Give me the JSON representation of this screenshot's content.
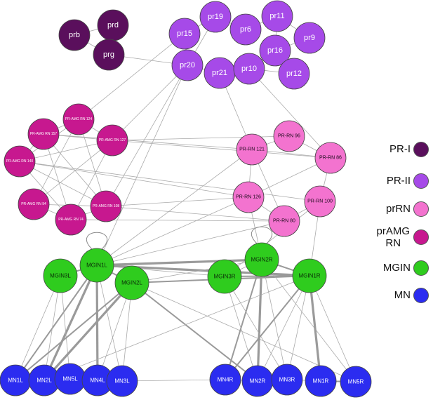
{
  "groups": {
    "PR-I": {
      "label": "PR-I",
      "color": "#5a0f5c",
      "label_color": "#ffffff"
    },
    "PR-II": {
      "label": "PR-II",
      "color": "#a64ae8",
      "label_color": "#ffffff"
    },
    "prRN": {
      "label": "prRN",
      "color": "#f373cf",
      "label_color": "#1a0a1a"
    },
    "prAMGRN": {
      "label": "prAMG RN",
      "color": "#c7188f",
      "label_color": "#ffffff"
    },
    "MGIN": {
      "label": "MGIN",
      "color": "#2fcc1e",
      "label_color": "#0a2a08"
    },
    "MN": {
      "label": "MN",
      "color": "#2b2cf0",
      "label_color": "#ffffff"
    }
  },
  "legend": [
    {
      "group": "PR-I",
      "label": "PR-I"
    },
    {
      "group": "PR-II",
      "label": "PR-II"
    },
    {
      "group": "prRN",
      "label": "prRN"
    },
    {
      "group": "prAMGRN",
      "label": "prAMG RN"
    },
    {
      "group": "MGIN",
      "label": "MGIN"
    },
    {
      "group": "MN",
      "label": "MN"
    }
  ],
  "nodes": [
    {
      "id": "prb",
      "label": "prb",
      "group": "PR-I"
    },
    {
      "id": "prd",
      "label": "prd",
      "group": "PR-I"
    },
    {
      "id": "prg",
      "label": "prg",
      "group": "PR-I"
    },
    {
      "id": "pr15",
      "label": "pr15",
      "group": "PR-II"
    },
    {
      "id": "pr19",
      "label": "pr19",
      "group": "PR-II"
    },
    {
      "id": "pr6",
      "label": "pr6",
      "group": "PR-II"
    },
    {
      "id": "pr11",
      "label": "pr11",
      "group": "PR-II"
    },
    {
      "id": "pr9",
      "label": "pr9",
      "group": "PR-II"
    },
    {
      "id": "pr16",
      "label": "pr16",
      "group": "PR-II"
    },
    {
      "id": "pr20",
      "label": "pr20",
      "group": "PR-II"
    },
    {
      "id": "pr21",
      "label": "pr21",
      "group": "PR-II"
    },
    {
      "id": "pr10",
      "label": "pr10",
      "group": "PR-II"
    },
    {
      "id": "pr12",
      "label": "pr12",
      "group": "PR-II"
    },
    {
      "id": "amg124",
      "label": "PR-AMG RN 124",
      "group": "prAMGRN"
    },
    {
      "id": "amg157",
      "label": "PR-AMG RN 157",
      "group": "prAMGRN"
    },
    {
      "id": "amg127",
      "label": "PR-AMG RN 127",
      "group": "prAMGRN"
    },
    {
      "id": "amg140",
      "label": "PR-AMG RN 140",
      "group": "prAMGRN"
    },
    {
      "id": "amg94",
      "label": "PR-AMG RN 94",
      "group": "prAMGRN"
    },
    {
      "id": "amg74",
      "label": "PR-AMG RN 74",
      "group": "prAMGRN"
    },
    {
      "id": "amg108",
      "label": "PR-AMG RN 108",
      "group": "prAMGRN"
    },
    {
      "id": "rn96",
      "label": "PR-RN 96",
      "group": "prRN"
    },
    {
      "id": "rn121",
      "label": "PR-RN 121",
      "group": "prRN"
    },
    {
      "id": "rn86",
      "label": "PR-RN 86",
      "group": "prRN"
    },
    {
      "id": "rn126",
      "label": "PR-RN 126",
      "group": "prRN"
    },
    {
      "id": "rn100",
      "label": "PR-RN 100",
      "group": "prRN"
    },
    {
      "id": "rn80",
      "label": "PR-RN 80",
      "group": "prRN"
    },
    {
      "id": "MGIN1L",
      "label": "MGIN1L",
      "group": "MGIN"
    },
    {
      "id": "MGIN3L",
      "label": "MGIN3L",
      "group": "MGIN"
    },
    {
      "id": "MGIN2L",
      "label": "MGIN2L",
      "group": "MGIN"
    },
    {
      "id": "MGIN2R",
      "label": "MGIN2R",
      "group": "MGIN"
    },
    {
      "id": "MGIN3R",
      "label": "MGIN3R",
      "group": "MGIN"
    },
    {
      "id": "MGIN1R",
      "label": "MGIN1R",
      "group": "MGIN"
    },
    {
      "id": "MN1L",
      "label": "MN1L",
      "group": "MN"
    },
    {
      "id": "MN2L",
      "label": "MN2L",
      "group": "MN"
    },
    {
      "id": "MN5L",
      "label": "MN5L",
      "group": "MN"
    },
    {
      "id": "MN4L",
      "label": "MN4L",
      "group": "MN"
    },
    {
      "id": "MN3L",
      "label": "MN3L",
      "group": "MN"
    },
    {
      "id": "MN4R",
      "label": "MN4R",
      "group": "MN"
    },
    {
      "id": "MN2R",
      "label": "MN2R",
      "group": "MN"
    },
    {
      "id": "MN3R",
      "label": "MN3R",
      "group": "MN"
    },
    {
      "id": "MN1R",
      "label": "MN1R",
      "group": "MN"
    },
    {
      "id": "MN5R",
      "label": "MN5R",
      "group": "MN"
    }
  ],
  "edges": [
    {
      "from": "prb",
      "to": "prd",
      "weight": 1
    },
    {
      "from": "prd",
      "to": "prg",
      "weight": 1
    },
    {
      "from": "prb",
      "to": "prg",
      "weight": 1
    },
    {
      "from": "prg",
      "to": "pr20",
      "weight": 1
    },
    {
      "from": "pr15",
      "to": "pr19",
      "weight": 1
    },
    {
      "from": "pr19",
      "to": "pr6",
      "weight": 1
    },
    {
      "from": "pr6",
      "to": "pr11",
      "weight": 1
    },
    {
      "from": "pr11",
      "to": "pr9",
      "weight": 1
    },
    {
      "from": "pr11",
      "to": "pr16",
      "weight": 1
    },
    {
      "from": "pr16",
      "to": "pr9",
      "weight": 1
    },
    {
      "from": "pr15",
      "to": "pr20",
      "weight": 1
    },
    {
      "from": "pr19",
      "to": "pr20",
      "weight": 1
    },
    {
      "from": "pr20",
      "to": "pr21",
      "weight": 1
    },
    {
      "from": "pr21",
      "to": "pr10",
      "weight": 1
    },
    {
      "from": "pr10",
      "to": "pr12",
      "weight": 1
    },
    {
      "from": "pr16",
      "to": "pr10",
      "weight": 1
    },
    {
      "from": "pr15",
      "to": "amg124",
      "weight": 1
    },
    {
      "from": "pr20",
      "to": "amg127",
      "weight": 1
    },
    {
      "from": "pr20",
      "to": "amg108",
      "weight": 1
    },
    {
      "from": "pr20",
      "to": "MGIN1L",
      "weight": 1
    },
    {
      "from": "pr21",
      "to": "rn121",
      "weight": 1
    },
    {
      "from": "pr10",
      "to": "rn86",
      "weight": 1
    },
    {
      "from": "amg124",
      "to": "amg157",
      "weight": 1
    },
    {
      "from": "amg124",
      "to": "amg127",
      "weight": 1
    },
    {
      "from": "amg124",
      "to": "amg140",
      "weight": 1
    },
    {
      "from": "amg124",
      "to": "amg94",
      "weight": 1
    },
    {
      "from": "amg124",
      "to": "amg108",
      "weight": 1
    },
    {
      "from": "amg157",
      "to": "amg127",
      "weight": 1
    },
    {
      "from": "amg157",
      "to": "amg140",
      "weight": 1
    },
    {
      "from": "amg157",
      "to": "amg74",
      "weight": 1
    },
    {
      "from": "amg157",
      "to": "amg108",
      "weight": 1
    },
    {
      "from": "amg157",
      "to": "rn121",
      "weight": 1
    },
    {
      "from": "amg127",
      "to": "amg140",
      "weight": 1
    },
    {
      "from": "amg127",
      "to": "amg94",
      "weight": 1
    },
    {
      "from": "amg127",
      "to": "amg74",
      "weight": 1
    },
    {
      "from": "amg127",
      "to": "rn96",
      "weight": 1
    },
    {
      "from": "amg127",
      "to": "rn86",
      "weight": 1
    },
    {
      "from": "amg140",
      "to": "amg74",
      "weight": 1
    },
    {
      "from": "amg140",
      "to": "amg108",
      "weight": 1
    },
    {
      "from": "amg140",
      "to": "rn126",
      "weight": 1
    },
    {
      "from": "amg140",
      "to": "rn100",
      "weight": 1
    },
    {
      "from": "amg94",
      "to": "amg74",
      "weight": 1
    },
    {
      "from": "amg94",
      "to": "amg108",
      "weight": 1
    },
    {
      "from": "amg74",
      "to": "amg108",
      "weight": 1
    },
    {
      "from": "amg74",
      "to": "rn80",
      "weight": 1
    },
    {
      "from": "amg108",
      "to": "rn80",
      "weight": 1
    },
    {
      "from": "amg108",
      "to": "rn126",
      "weight": 1
    },
    {
      "from": "rn96",
      "to": "rn121",
      "weight": 1
    },
    {
      "from": "rn96",
      "to": "rn86",
      "weight": 1
    },
    {
      "from": "rn121",
      "to": "rn86",
      "weight": 1
    },
    {
      "from": "rn121",
      "to": "rn126",
      "weight": 1
    },
    {
      "from": "rn121",
      "to": "rn80",
      "weight": 1
    },
    {
      "from": "rn86",
      "to": "rn126",
      "weight": 1
    },
    {
      "from": "rn86",
      "to": "rn100",
      "weight": 1
    },
    {
      "from": "rn126",
      "to": "rn80",
      "weight": 1
    },
    {
      "from": "rn100",
      "to": "rn80",
      "weight": 1
    },
    {
      "from": "rn126",
      "to": "MGIN1L",
      "weight": 1
    },
    {
      "from": "rn121",
      "to": "MGIN1L",
      "weight": 1
    },
    {
      "from": "rn126",
      "to": "MGIN2R",
      "weight": 1
    },
    {
      "from": "rn100",
      "to": "MGIN3R",
      "weight": 1
    },
    {
      "from": "rn80",
      "to": "MGIN1L",
      "weight": 1
    },
    {
      "from": "rn100",
      "to": "MGIN1R",
      "weight": 1
    },
    {
      "from": "MGIN1L",
      "to": "MGIN3L",
      "weight": 2
    },
    {
      "from": "MGIN1L",
      "to": "MGIN2L",
      "weight": 2
    },
    {
      "from": "MGIN1L",
      "to": "MGIN2R",
      "weight": 3
    },
    {
      "from": "MGIN1L",
      "to": "MGIN3R",
      "weight": 1
    },
    {
      "from": "MGIN1L",
      "to": "MGIN1R",
      "weight": 3
    },
    {
      "from": "MGIN2L",
      "to": "MGIN2R",
      "weight": 1
    },
    {
      "from": "MGIN2L",
      "to": "MGIN1R",
      "weight": 2
    },
    {
      "from": "MGIN2R",
      "to": "MGIN3R",
      "weight": 1
    },
    {
      "from": "MGIN2R",
      "to": "MGIN1R",
      "weight": 2
    },
    {
      "from": "MGIN3R",
      "to": "MGIN1R",
      "weight": 2
    },
    {
      "from": "MGIN1L",
      "to": "MN1L",
      "weight": 2
    },
    {
      "from": "MGIN1L",
      "to": "MN2L",
      "weight": 3
    },
    {
      "from": "MGIN1L",
      "to": "MN4L",
      "weight": 3
    },
    {
      "from": "MGIN1L",
      "to": "MN3L",
      "weight": 1
    },
    {
      "from": "MGIN3L",
      "to": "MN1L",
      "weight": 1
    },
    {
      "from": "MGIN3L",
      "to": "MN2L",
      "weight": 1
    },
    {
      "from": "MGIN3L",
      "to": "MN5L",
      "weight": 1
    },
    {
      "from": "MGIN2L",
      "to": "MN2L",
      "weight": 3
    },
    {
      "from": "MGIN2L",
      "to": "MN1L",
      "weight": 2
    },
    {
      "from": "MGIN2L",
      "to": "MN4L",
      "weight": 1
    },
    {
      "from": "MGIN2L",
      "to": "MN3L",
      "weight": 1
    },
    {
      "from": "MGIN2L",
      "to": "MN2R",
      "weight": 2
    },
    {
      "from": "MGIN2L",
      "to": "MN5R",
      "weight": 1
    },
    {
      "from": "MGIN2R",
      "to": "MN4R",
      "weight": 2
    },
    {
      "from": "MGIN2R",
      "to": "MN2R",
      "weight": 3
    },
    {
      "from": "MGIN2R",
      "to": "MN3R",
      "weight": 1
    },
    {
      "from": "MGIN2R",
      "to": "MN5R",
      "weight": 1
    },
    {
      "from": "MGIN3R",
      "to": "MN2R",
      "weight": 1
    },
    {
      "from": "MGIN3R",
      "to": "MN3R",
      "weight": 1
    },
    {
      "from": "MGIN1R",
      "to": "MN1R",
      "weight": 3
    },
    {
      "from": "MGIN1R",
      "to": "MN4R",
      "weight": 2
    },
    {
      "from": "MGIN1R",
      "to": "MN2R",
      "weight": 1
    },
    {
      "from": "MGIN1R",
      "to": "MN5R",
      "weight": 1
    },
    {
      "from": "MGIN1R",
      "to": "MN2L",
      "weight": 1
    },
    {
      "from": "MGIN1R",
      "to": "MN3R",
      "weight": 1
    },
    {
      "from": "MN1L",
      "to": "MN2L",
      "weight": 1
    },
    {
      "from": "MN2L",
      "to": "MN5L",
      "weight": 1
    },
    {
      "from": "MN3L",
      "to": "MN4R",
      "weight": 1
    },
    {
      "from": "MN4R",
      "to": "MN2R",
      "weight": 1
    },
    {
      "from": "MN2R",
      "to": "MN3R",
      "weight": 1
    },
    {
      "from": "MN3R",
      "to": "MN1R",
      "weight": 1
    },
    {
      "from": "MN1R",
      "to": "MN5R",
      "weight": 2
    }
  ],
  "self_loops": [
    "MGIN1L",
    "MGIN2R"
  ]
}
